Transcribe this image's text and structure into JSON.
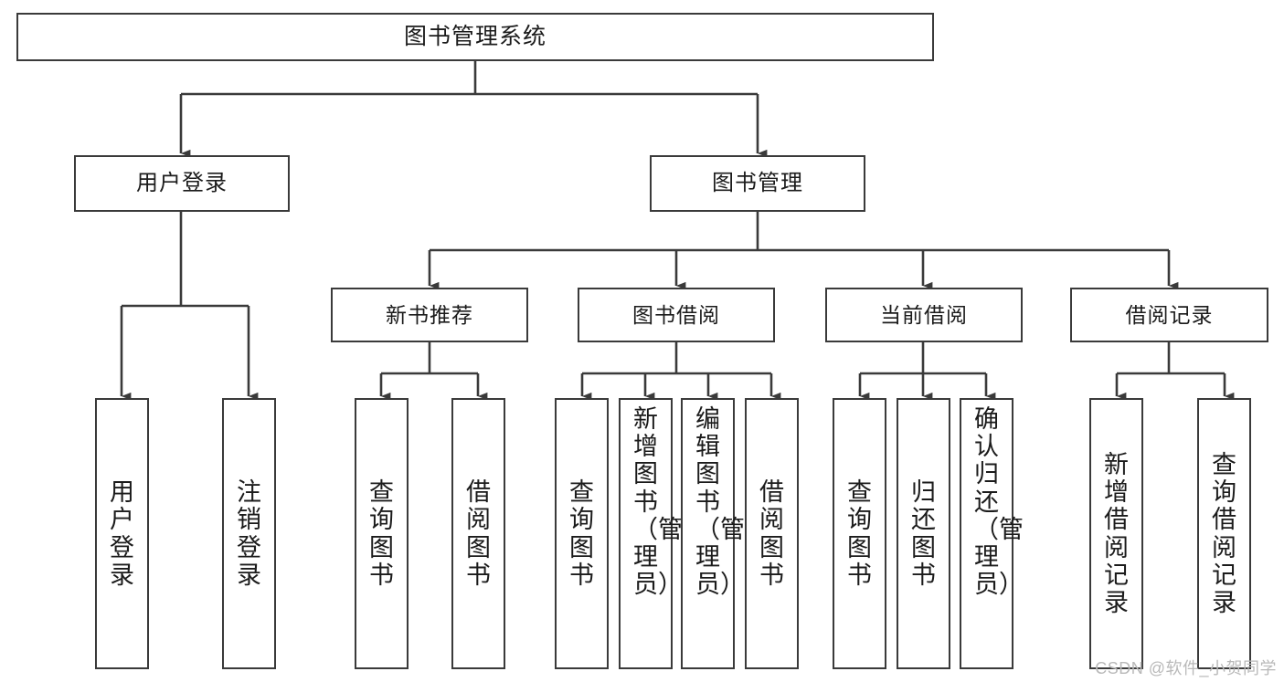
{
  "diagram": {
    "title": "图书管理系统",
    "watermark": "CSDN @软件_小贺同学",
    "line_color": "#3a3a3a",
    "box_fill": "#ffffff",
    "text_color": "#1b1b1b",
    "watermark_color": "#b9b9b9",
    "type": "tree",
    "root": {
      "label": "图书管理系统",
      "level": 1,
      "children": [
        {
          "label": "用户登录",
          "level": 2,
          "children": [
            {
              "label": "用户登录",
              "level": 3,
              "leaf": true
            },
            {
              "label": "注销登录",
              "level": 3,
              "leaf": true
            }
          ]
        },
        {
          "label": "图书管理",
          "level": 2,
          "children": [
            {
              "label": "新书推荐",
              "level": 3,
              "children": [
                {
                  "label": "查询图书",
                  "level": 4,
                  "leaf": true
                },
                {
                  "label": "借阅图书",
                  "level": 4,
                  "leaf": true
                }
              ]
            },
            {
              "label": "图书借阅",
              "level": 3,
              "children": [
                {
                  "label": "查询图书",
                  "level": 4,
                  "leaf": true
                },
                {
                  "label": "新增图书（管理员）",
                  "level": 4,
                  "leaf": true
                },
                {
                  "label": "编辑图书（管理员）",
                  "level": 4,
                  "leaf": true
                },
                {
                  "label": "借阅图书",
                  "level": 4,
                  "leaf": true
                }
              ]
            },
            {
              "label": "当前借阅",
              "level": 3,
              "children": [
                {
                  "label": "查询图书",
                  "level": 4,
                  "leaf": true
                },
                {
                  "label": "归还图书",
                  "level": 4,
                  "leaf": true
                },
                {
                  "label": "确认归还（管理员）",
                  "level": 4,
                  "leaf": true
                }
              ]
            },
            {
              "label": "借阅记录",
              "level": 3,
              "children": [
                {
                  "label": "新增借阅记录",
                  "level": 4,
                  "leaf": true
                },
                {
                  "label": "查询借阅记录",
                  "level": 4,
                  "leaf": true
                }
              ]
            }
          ]
        }
      ]
    },
    "nodes": {
      "root": {
        "label": "图书管理系统"
      },
      "user_login": {
        "label": "用户登录"
      },
      "book_manage": {
        "label": "图书管理"
      },
      "new_book_rec": {
        "label": "新书推荐"
      },
      "book_borrow": {
        "label": "图书借阅"
      },
      "current_borrow": {
        "label": "当前借阅"
      },
      "borrow_record": {
        "label": "借阅记录"
      },
      "leaf_user_login": {
        "label": "用户登录"
      },
      "leaf_user_logout": {
        "label": "注销登录"
      },
      "leaf_rec_query": {
        "label": "查询图书"
      },
      "leaf_rec_borrow": {
        "label": "借阅图书"
      },
      "leaf_bb_query": {
        "label": "查询图书"
      },
      "leaf_bb_add": {
        "label": "新增图书（管理员）"
      },
      "leaf_bb_edit": {
        "label": "编辑图书（管理员）"
      },
      "leaf_bb_borrow": {
        "label": "借阅图书"
      },
      "leaf_cb_query": {
        "label": "查询图书"
      },
      "leaf_cb_return": {
        "label": "归还图书"
      },
      "leaf_cb_confirm": {
        "label": "确认归还（管理员）"
      },
      "leaf_br_add": {
        "label": "新增借阅记录"
      },
      "leaf_br_query": {
        "label": "查询借阅记录"
      }
    }
  }
}
